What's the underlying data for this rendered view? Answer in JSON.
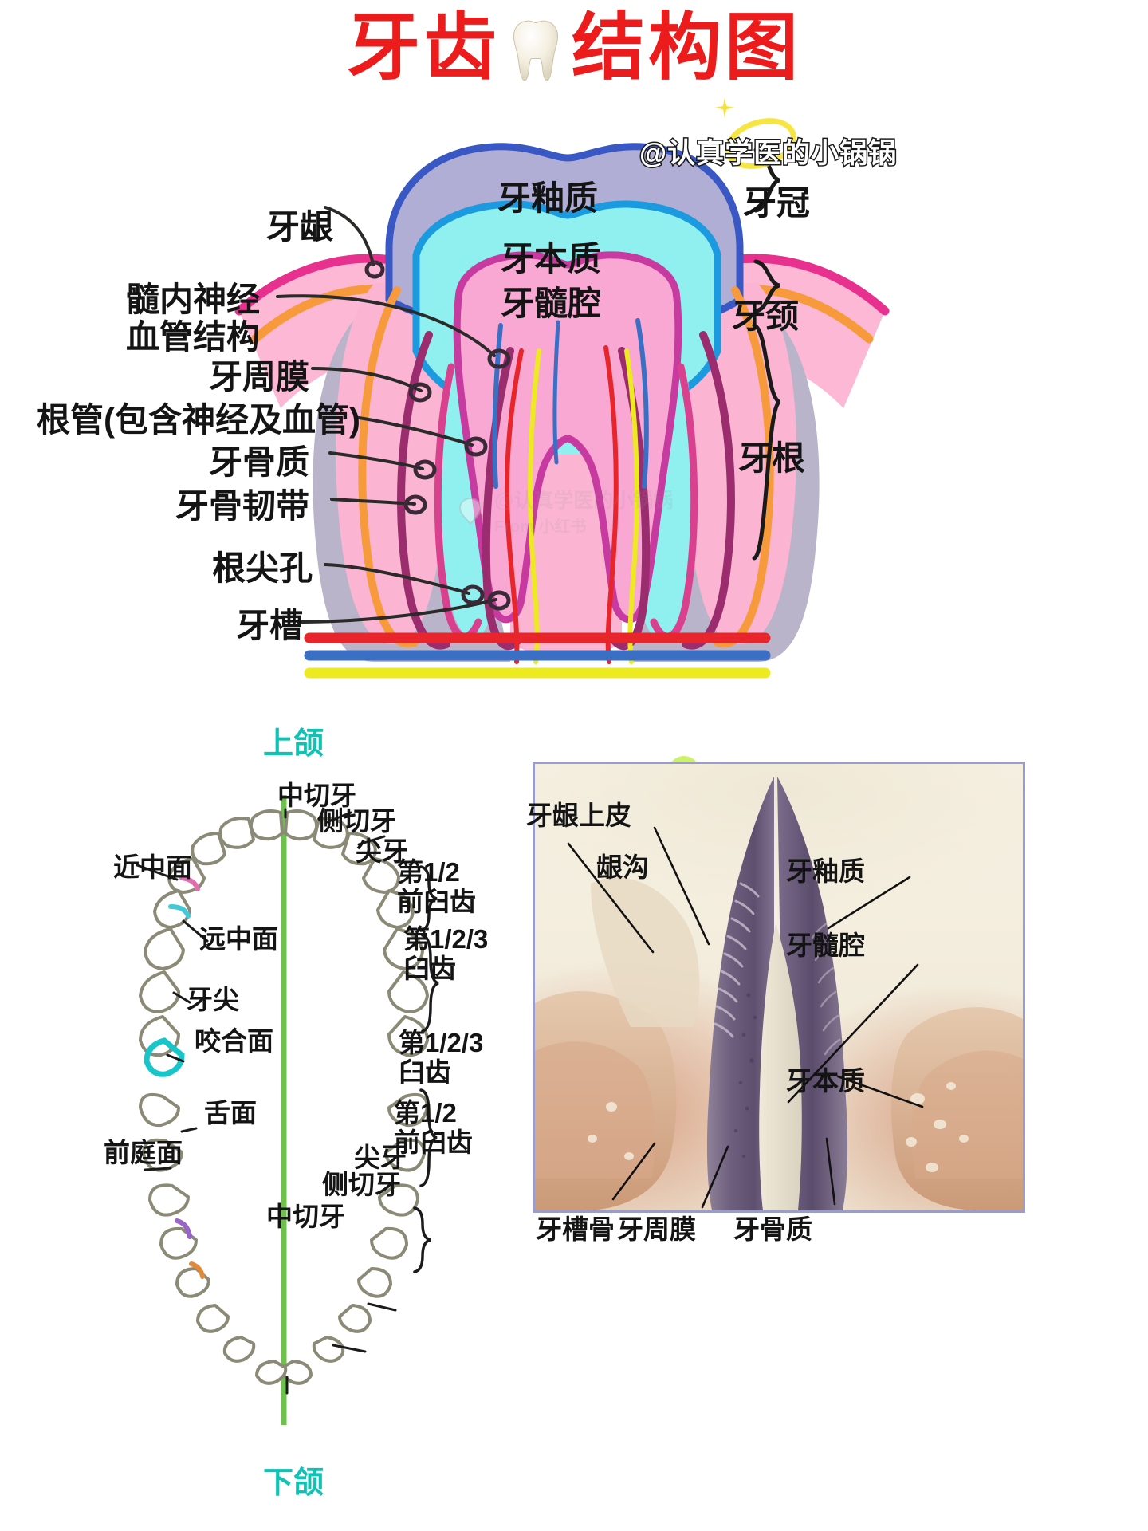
{
  "title": {
    "text_before": "牙齿",
    "text_after": "结构图",
    "color": "#ec1c1c",
    "emoji_name": "tooth-emoji"
  },
  "watermark": {
    "top": "@认真学医的小锅锅",
    "bottom": "@认真学医的小锅锅",
    "ghost": "@认真学医的小锅锅",
    "ghost_sub": "From 小红书"
  },
  "main_diagram": {
    "inner_labels": [
      {
        "name": "enamel",
        "label": "牙釉质"
      },
      {
        "name": "dentin",
        "label": "牙本质"
      },
      {
        "name": "pulp-cavity",
        "label": "牙髓腔"
      }
    ],
    "left_labels": [
      {
        "name": "gingiva",
        "label": "牙龈"
      },
      {
        "name": "intrapulpal-nerve",
        "label": "髓内神经"
      },
      {
        "name": "vascular-structure",
        "label": "血管结构"
      },
      {
        "name": "periodontal-membrane",
        "label": "牙周膜"
      },
      {
        "name": "root-canal",
        "label": "根管(包含神经及血管)"
      },
      {
        "name": "cementum",
        "label": "牙骨质"
      },
      {
        "name": "periodontal-ligament",
        "label": "牙骨韧带"
      },
      {
        "name": "apical-foramen",
        "label": "根尖孔"
      },
      {
        "name": "alveolus",
        "label": "牙槽"
      }
    ],
    "right_labels": [
      {
        "name": "crown",
        "label": "牙冠"
      },
      {
        "name": "neck",
        "label": "牙颈"
      },
      {
        "name": "root",
        "label": "牙根"
      }
    ],
    "colors": {
      "enamel_fill": "#b1aed6",
      "enamel_stroke": "#3a58c4",
      "dentin_fill": "#8ff0ef",
      "dentin_stroke": "#1b9ae0",
      "pulp_fill": "#f9a8d4",
      "pulp_stroke": "#c73ba0",
      "gum_fill": "#fcb8d4",
      "gum_stroke": "#e8308f",
      "cementum_stroke": "#f79a3c",
      "ligament_stroke": "#9b2d6f",
      "bone_fill": "#b9b4c9",
      "nerve_red": "#e8252a",
      "nerve_blue": "#3a6fc4",
      "nerve_yellow": "#edea1f"
    }
  },
  "arch_diagram": {
    "upper_jaw": "上颌",
    "lower_jaw": "下颌",
    "midline_color": "#6cc24a",
    "jaw_label_color": "#0ec2b4",
    "upper_right_labels": [
      {
        "name": "central-incisor-upper",
        "label": "中切牙"
      },
      {
        "name": "lateral-incisor-upper",
        "label": "侧切牙"
      },
      {
        "name": "canine-upper",
        "label": "尖牙"
      },
      {
        "name": "premolar-upper",
        "label": "第1/2\n前臼齿"
      },
      {
        "name": "molar-upper",
        "label": "第1/2/3\n臼齿"
      }
    ],
    "lower_right_labels": [
      {
        "name": "molar-lower",
        "label": "第1/2/3\n臼齿"
      },
      {
        "name": "premolar-lower",
        "label": "第1/2\n前臼齿"
      },
      {
        "name": "canine-lower",
        "label": "尖牙"
      },
      {
        "name": "lateral-incisor-lower",
        "label": "侧切牙"
      },
      {
        "name": "central-incisor-lower",
        "label": "中切牙"
      }
    ],
    "left_labels": [
      {
        "name": "mesial-surface",
        "label": "近中面"
      },
      {
        "name": "distal-surface",
        "label": "远中面"
      },
      {
        "name": "cusp",
        "label": "牙尖"
      },
      {
        "name": "occlusal-surface",
        "label": "咬合面"
      },
      {
        "name": "lingual-surface",
        "label": "舌面"
      },
      {
        "name": "vestibular-surface",
        "label": "前庭面"
      }
    ],
    "surface_colors": {
      "mesial": "#e06fb0",
      "distal": "#40c9d8",
      "occlusal": "#18c5c8",
      "lingual": "#9a63c9",
      "vestibular": "#e08a3c",
      "tooth_stroke": "#8a8a76"
    }
  },
  "histology": {
    "left_labels": [
      {
        "name": "gingival-epithelium",
        "label": "牙龈上皮"
      },
      {
        "name": "gingival-sulcus",
        "label": "龈沟"
      }
    ],
    "right_labels": [
      {
        "name": "enamel-photo",
        "label": "牙釉质"
      },
      {
        "name": "pulp-cavity-photo",
        "label": "牙髓腔"
      },
      {
        "name": "dentin-photo",
        "label": "牙本质"
      }
    ],
    "bottom_labels": [
      {
        "name": "alveolar-bone",
        "label": "牙槽骨"
      },
      {
        "name": "periodontal-membrane-photo",
        "label": "牙周膜"
      },
      {
        "name": "cementum-photo",
        "label": "牙骨质"
      }
    ],
    "frame_color": "#9a9ccb"
  }
}
